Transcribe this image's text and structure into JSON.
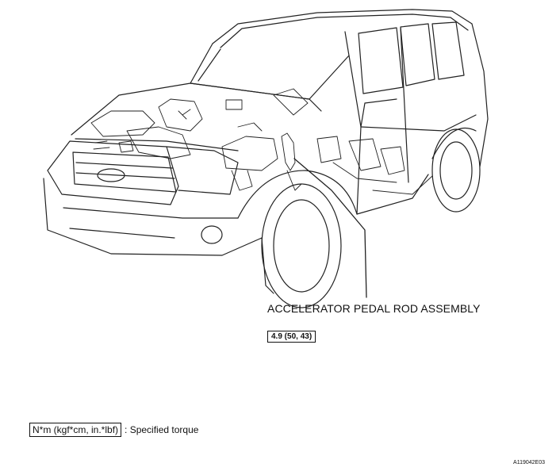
{
  "diagram": {
    "part_label": "ACCELERATOR PEDAL ROD ASSEMBLY",
    "torque_value": "4.9 (50, 43)",
    "legend": {
      "unit_box": "N*m (kgf*cm, in.*lbf)",
      "description": ": Specified torque"
    },
    "figure_id": "A119042E03"
  }
}
